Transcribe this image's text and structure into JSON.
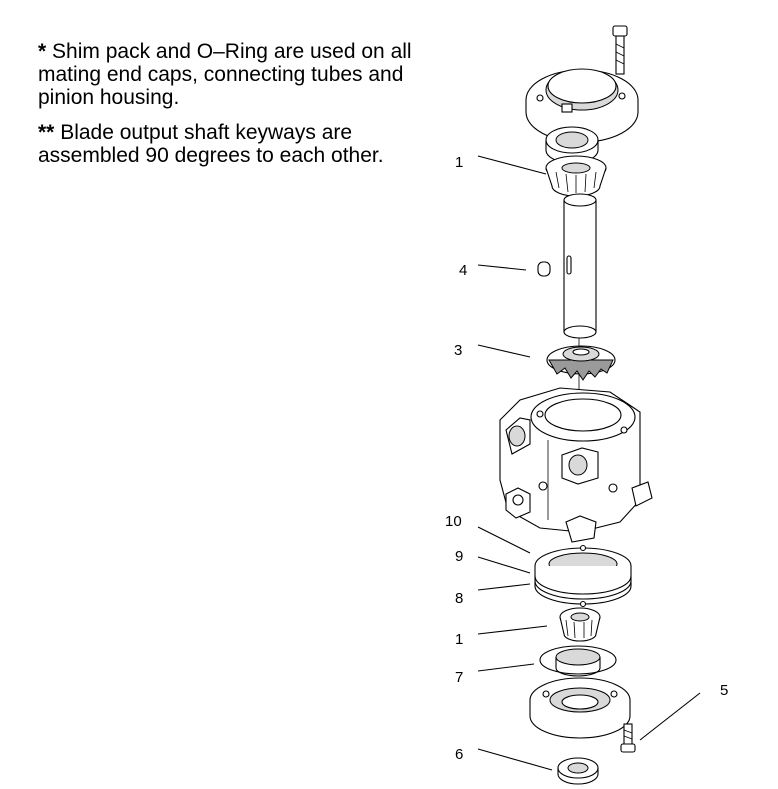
{
  "notes": [
    {
      "marker": "*",
      "text": "Shim pack and O–Ring are used on all mating end caps, connecting tubes and pinion housing."
    },
    {
      "marker": "**",
      "text": "Blade output shaft keyways are assembled 90 degrees to each other."
    }
  ],
  "callouts": {
    "c1_top": "1",
    "c4": "4",
    "c3": "3",
    "c10": "10",
    "c9": "9",
    "c8": "8",
    "c1_bottom": "1",
    "c7": "7",
    "c5": "5",
    "c6": "6"
  }
}
